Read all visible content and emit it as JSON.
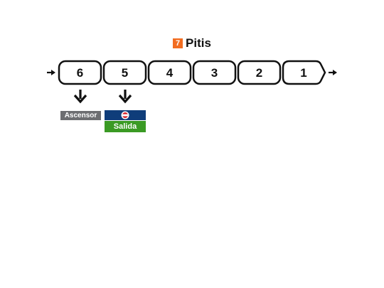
{
  "station": {
    "line_number": "7",
    "line_color": "#f26d21",
    "name": "Pitis"
  },
  "cars": [
    "6",
    "5",
    "4",
    "3",
    "2",
    "1"
  ],
  "exits": [
    {
      "car": "6",
      "label": "Ascensor",
      "color": "#6d6e71"
    },
    {
      "car": "5",
      "icon": "metro-logo-icon",
      "label": "Salida",
      "icon_bg": "#0f3d7a",
      "color": "#3a9a24"
    }
  ]
}
